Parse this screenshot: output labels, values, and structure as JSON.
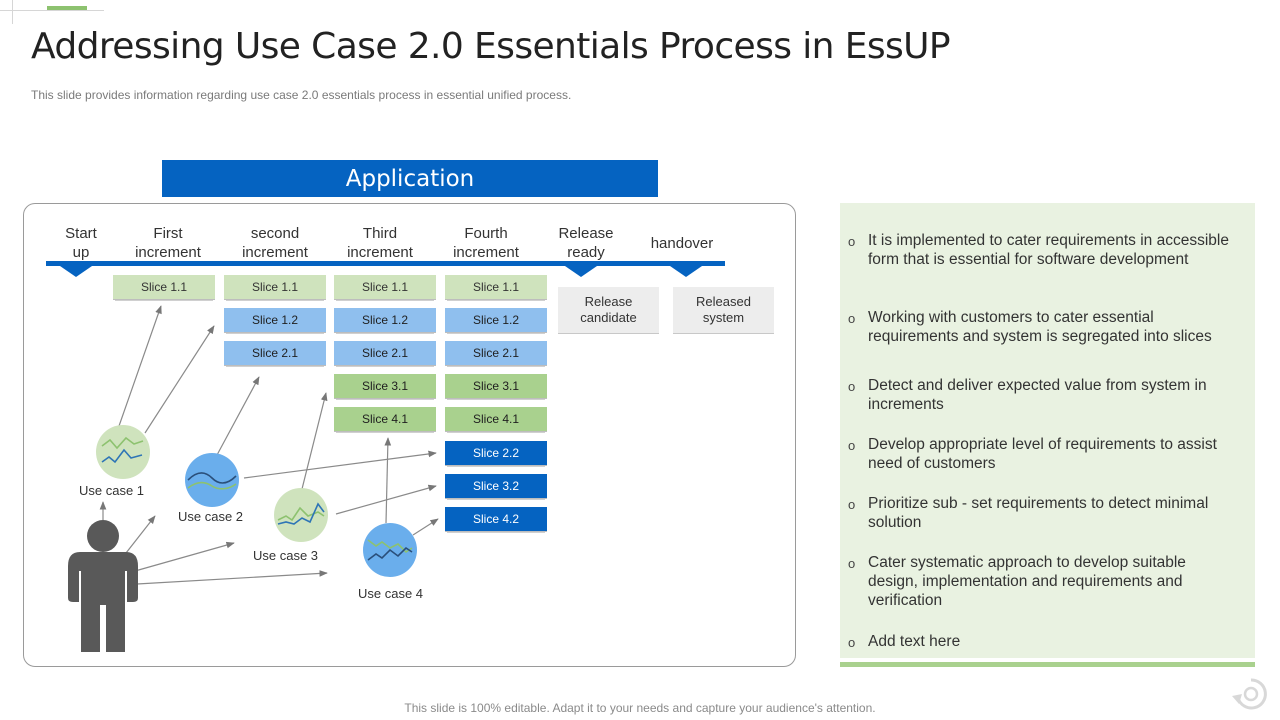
{
  "slide": {
    "title": "Addressing Use Case 2.0 Essentials Process in EssUP",
    "subtitle": "This slide provides  information  regarding  use case 2.0 essentials process in essential unified  process.",
    "banner": "Application",
    "footer": "This slide is 100% editable. Adapt it to your needs and capture your audience's attention."
  },
  "stages": [
    {
      "line1": "Start",
      "line2": "up"
    },
    {
      "line1": "First",
      "line2": "increment"
    },
    {
      "line1": "second",
      "line2": "increment"
    },
    {
      "line1": "Third",
      "line2": "increment"
    },
    {
      "line1": "Fourth",
      "line2": "increment"
    },
    {
      "line1": "Release",
      "line2": "ready"
    },
    {
      "line1": "handover",
      "line2": ""
    }
  ],
  "columns": [
    {
      "slices": [
        {
          "label": "Slice 1.1",
          "color": "green1"
        }
      ]
    },
    {
      "slices": [
        {
          "label": "Slice 1.1",
          "color": "green1"
        },
        {
          "label": "Slice 1.2",
          "color": "blue1"
        },
        {
          "label": "Slice 2.1",
          "color": "blue1"
        }
      ]
    },
    {
      "slices": [
        {
          "label": "Slice 1.1",
          "color": "green1"
        },
        {
          "label": "Slice 1.2",
          "color": "blue1"
        },
        {
          "label": "Slice 2.1",
          "color": "blue1"
        },
        {
          "label": "Slice 3.1",
          "color": "green2"
        },
        {
          "label": "Slice 4.1",
          "color": "green2"
        }
      ]
    },
    {
      "slices": [
        {
          "label": "Slice 1.1",
          "color": "green1"
        },
        {
          "label": "Slice 1.2",
          "color": "blue1"
        },
        {
          "label": "Slice 2.1",
          "color": "blue1"
        },
        {
          "label": "Slice 3.1",
          "color": "green2"
        },
        {
          "label": "Slice 4.1",
          "color": "green2"
        },
        {
          "label": "Slice 2.2",
          "color": "blue2"
        },
        {
          "label": "Slice 3.2",
          "color": "blue2"
        },
        {
          "label": "Slice 4.2",
          "color": "blue2"
        }
      ]
    }
  ],
  "release": {
    "candidate_line1": "Release",
    "candidate_line2": "candidate",
    "system_line1": "Released",
    "system_line2": "system"
  },
  "use_cases": [
    {
      "label": "Use case 1"
    },
    {
      "label": "Use case 2"
    },
    {
      "label": "Use case 3"
    },
    {
      "label": "Use case 4"
    }
  ],
  "bullets": [
    {
      "line1": "It is implemented to cater requirements in accessible",
      "line2": "form that is essential for software development",
      "line3": ""
    },
    {
      "line1": "Working with customers to cater essential",
      "line2": "requirements and system  is segregated into slices",
      "line3": ""
    },
    {
      "line1": "Detect and deliver expected value from system in",
      "line2": "increments",
      "line3": ""
    },
    {
      "line1": "Develop appropriate level of requirements to assist",
      "line2": "need of customers",
      "line3": ""
    },
    {
      "line1": "Prioritize sub - set requirements to detect minimal",
      "line2": "solution",
      "line3": ""
    },
    {
      "line1": "Cater systematic approach to develop suitable",
      "line2": "design, implementation and requirements and",
      "line3": "verification"
    },
    {
      "line1": "Add text here",
      "line2": "",
      "line3": ""
    }
  ],
  "bullet_marker": "o",
  "colors": {
    "accent_blue": "#0563c1",
    "light_blue": "#8fbfee",
    "light_green": "#cfe3bd",
    "mid_green": "#a9d18e",
    "panel_green": "#e9f2e1",
    "person_gray": "#595959"
  },
  "icons": [
    "person-icon",
    "trend-chart-icon",
    "refresh-logo-icon"
  ]
}
